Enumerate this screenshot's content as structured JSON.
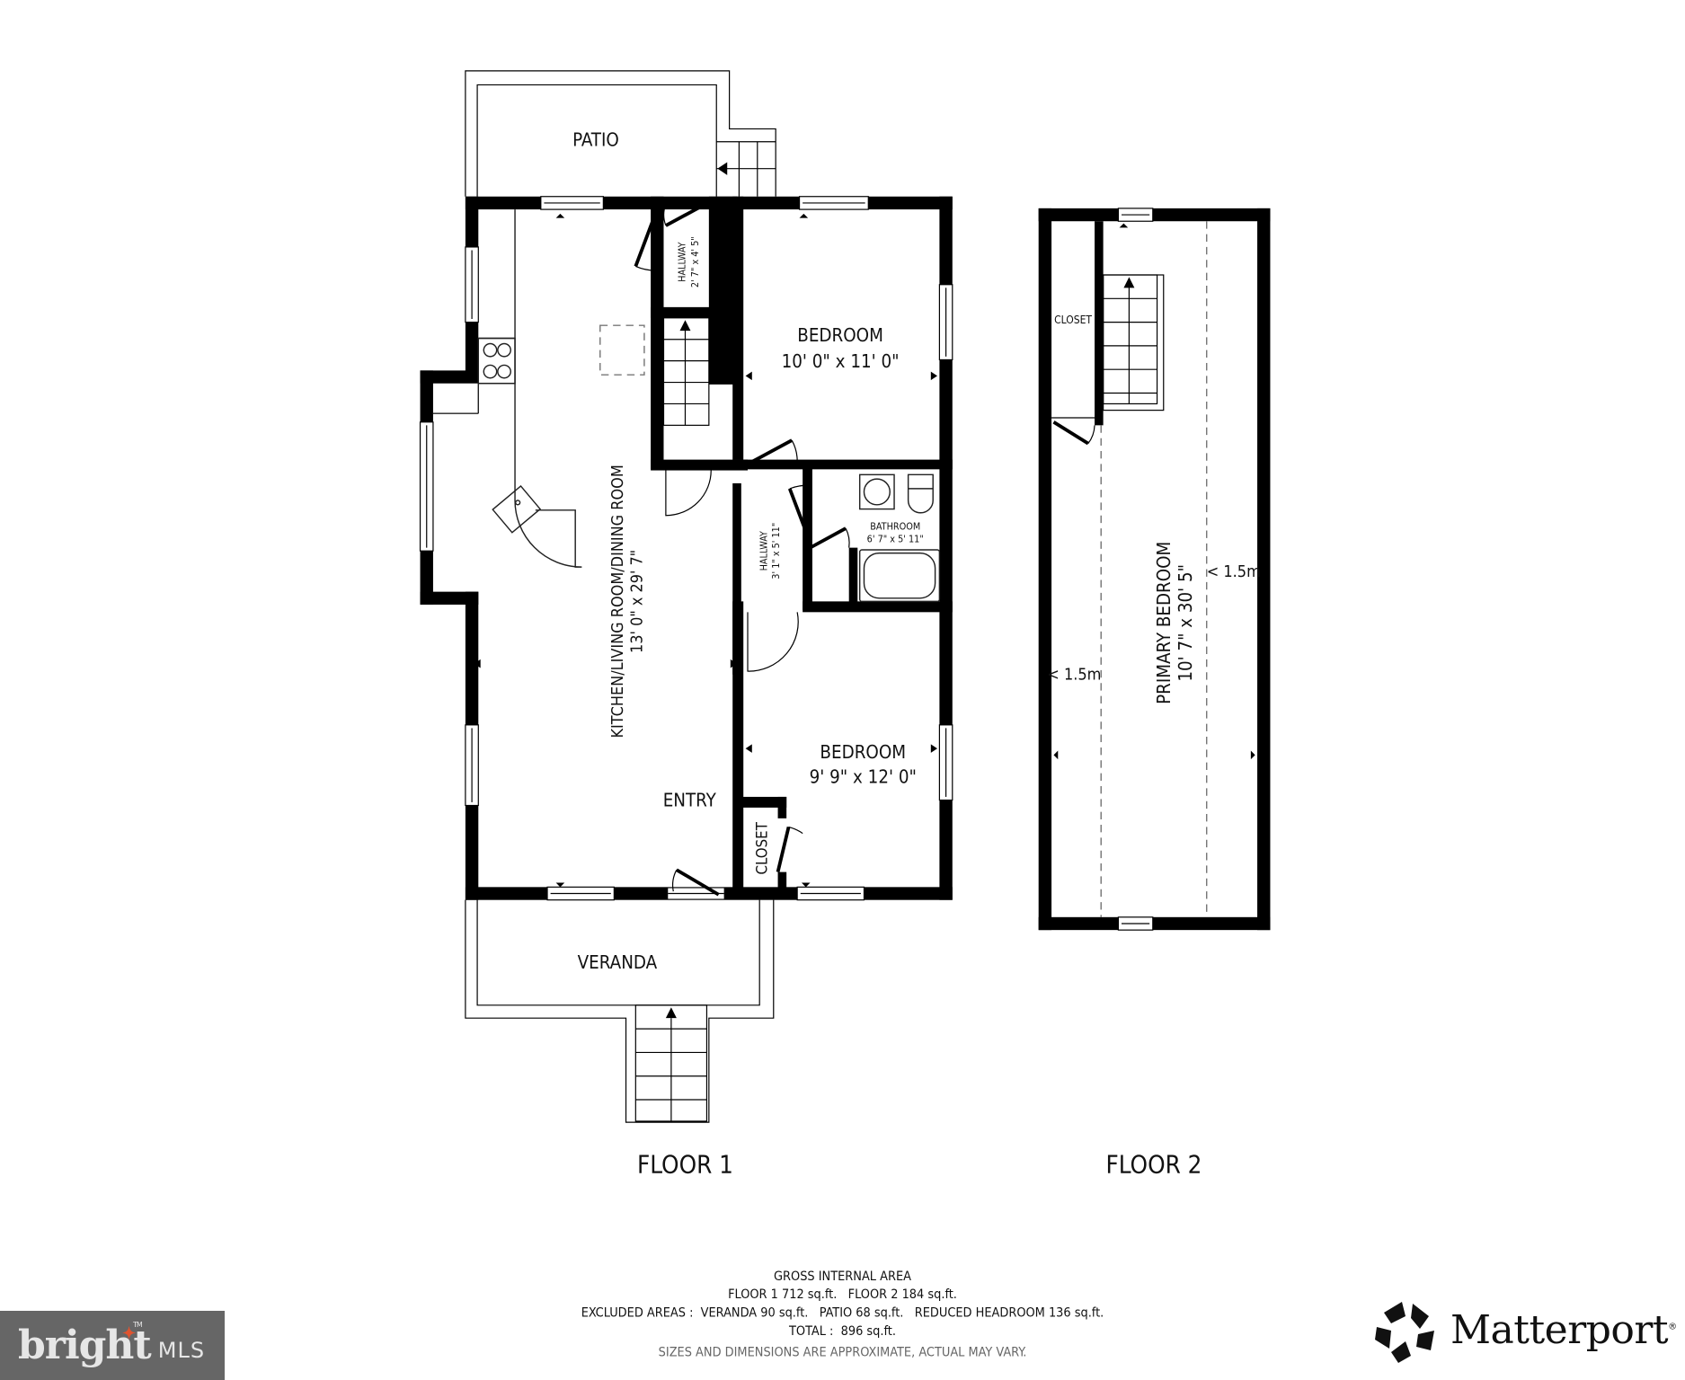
{
  "floor1": {
    "label": "FLOOR 1",
    "rooms": {
      "patio": {
        "name": "PATIO"
      },
      "hallway_top": {
        "name": "HALLWAY",
        "dims": "2' 7\" x 4' 5\""
      },
      "bedroom_top": {
        "name": "BEDROOM",
        "dims": "10' 0\" x 11' 0\""
      },
      "kitchen": {
        "name": "KITCHEN/LIVING ROOM/DINING ROOM",
        "dims": "13' 0\" x 29' 7\""
      },
      "hallway_mid": {
        "name": "HALLWAY",
        "dims": "3' 1\" x 5' 11\""
      },
      "bathroom": {
        "name": "BATHROOM",
        "dims": "6' 7\" x 5' 11\""
      },
      "bedroom_bottom": {
        "name": "BEDROOM",
        "dims": "9' 9\" x 12' 0\""
      },
      "closet": {
        "name": "CLOSET"
      },
      "entry": {
        "name": "ENTRY"
      },
      "veranda": {
        "name": "VERANDA"
      }
    }
  },
  "floor2": {
    "label": "FLOOR 2",
    "rooms": {
      "closet": {
        "name": "CLOSET"
      },
      "primary_bedroom": {
        "name": "PRIMARY BEDROOM",
        "dims": "10' 7\" x 30' 5\""
      },
      "headroom_left": "< 1.5m",
      "headroom_right": "< 1.5m"
    }
  },
  "summary": {
    "title": "GROSS INTERNAL AREA",
    "floors_line": "FLOOR 1 712 sq.ft.   FLOOR 2 184 sq.ft.",
    "excluded_line": "EXCLUDED AREAS :  VERANDA 90 sq.ft.   PATIO 68 sq.ft.   REDUCED HEADROOM 136 sq.ft.",
    "total_line": "TOTAL :  896 sq.ft.",
    "disclaimer": "SIZES AND DIMENSIONS ARE APPROXIMATE, ACTUAL MAY VARY."
  },
  "logos": {
    "bright": {
      "word": "bright",
      "tm": "TM",
      "suffix": "MLS",
      "bg_color": "#666666",
      "accent_color": "#e0532f"
    },
    "matterport": {
      "word": "Matterport",
      "reg": "®"
    }
  }
}
